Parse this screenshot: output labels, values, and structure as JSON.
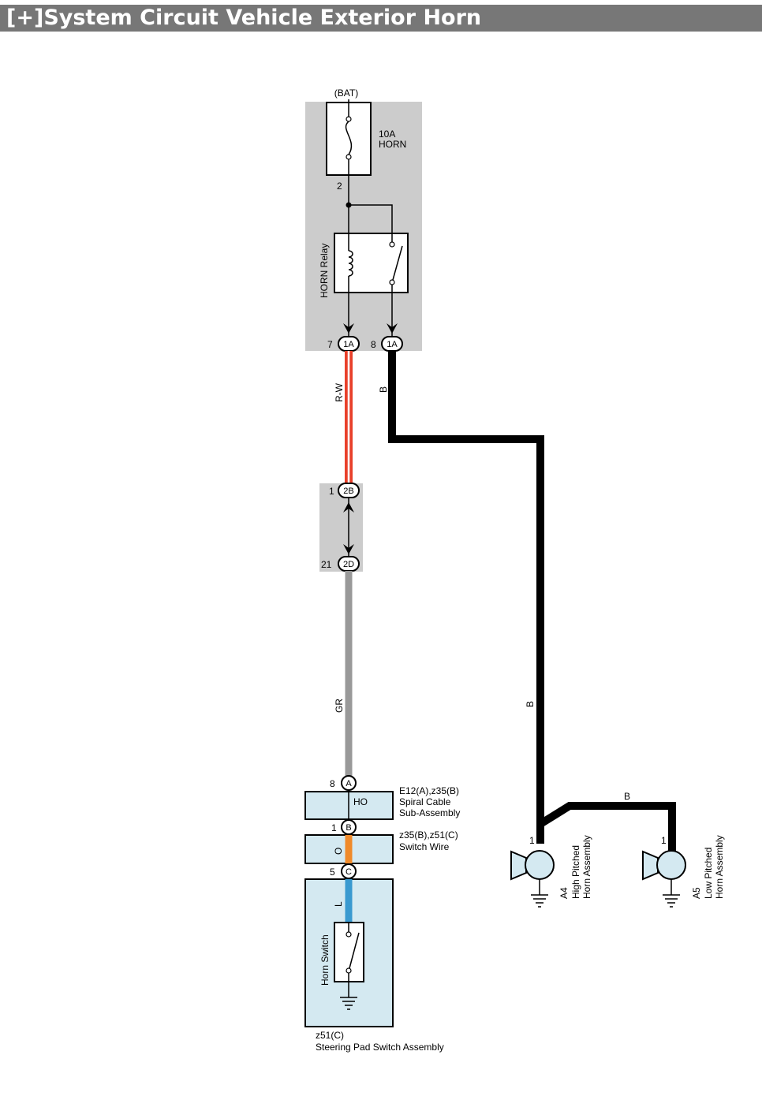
{
  "header": {
    "expand_label": "[+]",
    "title": "System Circuit  Vehicle Exterior  Horn"
  },
  "colors": {
    "header_bg": "#777777",
    "block_fill": "#cccccc",
    "component_fill": "#d4e9f1",
    "wire_rw_red": "#e8402a",
    "wire_rw_white": "#ffffff",
    "wire_b": "#000000",
    "wire_gr": "#999999",
    "wire_o": "#f08a2a",
    "wire_l": "#3a9ad0"
  },
  "diagram": {
    "power_source": "(BAT)",
    "fuse": {
      "rating": "10A",
      "name": "HORN",
      "pin": "2"
    },
    "relay": {
      "label": "HORN Relay"
    },
    "connectors": {
      "relay_out_1": {
        "pin": "7",
        "id": "1A"
      },
      "relay_out_2": {
        "pin": "8",
        "id": "1A"
      },
      "junction_top": {
        "pin": "1",
        "id": "2B"
      },
      "junction_bottom": {
        "pin": "21",
        "id": "2D"
      },
      "spiral_in": {
        "pin": "8",
        "id": "A"
      },
      "spiral_out": {
        "pin": "1",
        "id": "B"
      },
      "switch_pad": {
        "pin": "5",
        "id": "C"
      }
    },
    "wires": {
      "rw": "R-W",
      "b_upper": "B",
      "b_vertical": "B",
      "b_horizontal": "B",
      "gr": "GR",
      "o": "O",
      "l": "L"
    },
    "spiral_cable": {
      "terminal": "HO",
      "codes": "E12(A),z35(B)",
      "name_line1": "Spiral Cable",
      "name_line2": "Sub-Assembly"
    },
    "switch_wire": {
      "codes": "z35(B),z51(C)",
      "name": "Switch Wire"
    },
    "horn_switch": {
      "label": "Horn Switch",
      "code": "z51(C)",
      "name": "Steering Pad Switch Assembly"
    },
    "horn_high": {
      "pin": "1",
      "code": "A4",
      "name_line1": "High Pitched",
      "name_line2": "Horn Assembly"
    },
    "horn_low": {
      "pin": "1",
      "code": "A5",
      "name_line1": "Low Pitched",
      "name_line2": "Horn Assembly"
    }
  }
}
